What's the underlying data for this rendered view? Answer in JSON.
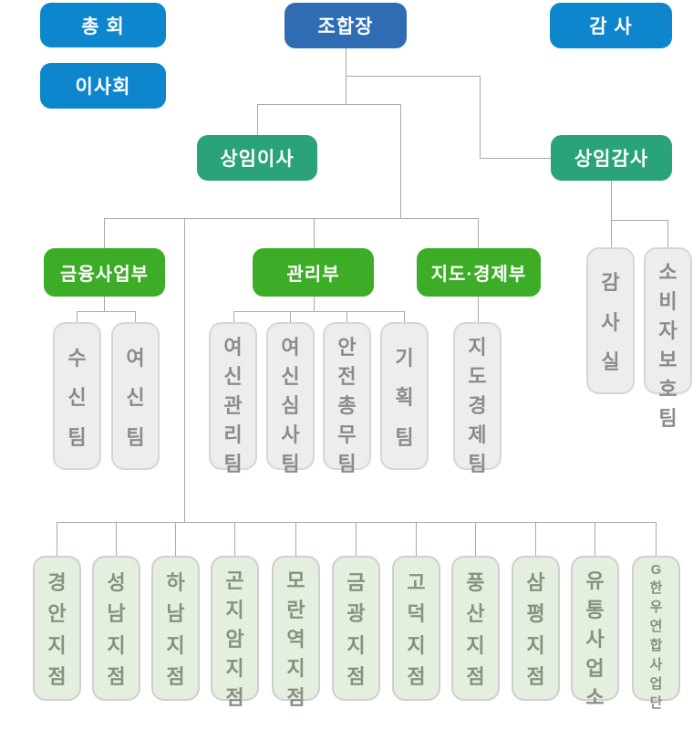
{
  "nodes": {
    "general_assembly": "총 회",
    "board_of_directors": "이사회",
    "president": "조합장",
    "auditor": "감 사",
    "executive_director": "상임이사",
    "executive_auditor": "상임감사",
    "dept_finance": "금융사업부",
    "dept_admin": "관리부",
    "dept_guidance_economy": "지도·경제부"
  },
  "teams": [
    {
      "label": "수신팀"
    },
    {
      "label": "여신팀"
    },
    {
      "label": "여신관리팀"
    },
    {
      "label": "여신심사팀"
    },
    {
      "label": "안전총무팀"
    },
    {
      "label": "기획팀"
    },
    {
      "label": "지도경제팀"
    }
  ],
  "audit_teams": [
    {
      "label": "감사실"
    },
    {
      "label": "소비자보호팀"
    }
  ],
  "branches": [
    {
      "label": "경안지점"
    },
    {
      "label": "성남지점"
    },
    {
      "label": "하남지점"
    },
    {
      "label": "곤지암지점"
    },
    {
      "label": "모란역지점"
    },
    {
      "label": "금광지점"
    },
    {
      "label": "고덕지점"
    },
    {
      "label": "풍산지점"
    },
    {
      "label": "삼평지점"
    },
    {
      "label": "유통사업소"
    },
    {
      "label": "G한우연합사업단"
    }
  ],
  "colors": {
    "primary_blue": "#0d86cd",
    "president_blue": "#2f6cb4",
    "executive_teal": "#29a377",
    "department_green": "#3dad28",
    "team_gray_bg": "#ededed",
    "branch_green_bg": "#e5efdf",
    "connector_gray": "#a9a9a9"
  }
}
